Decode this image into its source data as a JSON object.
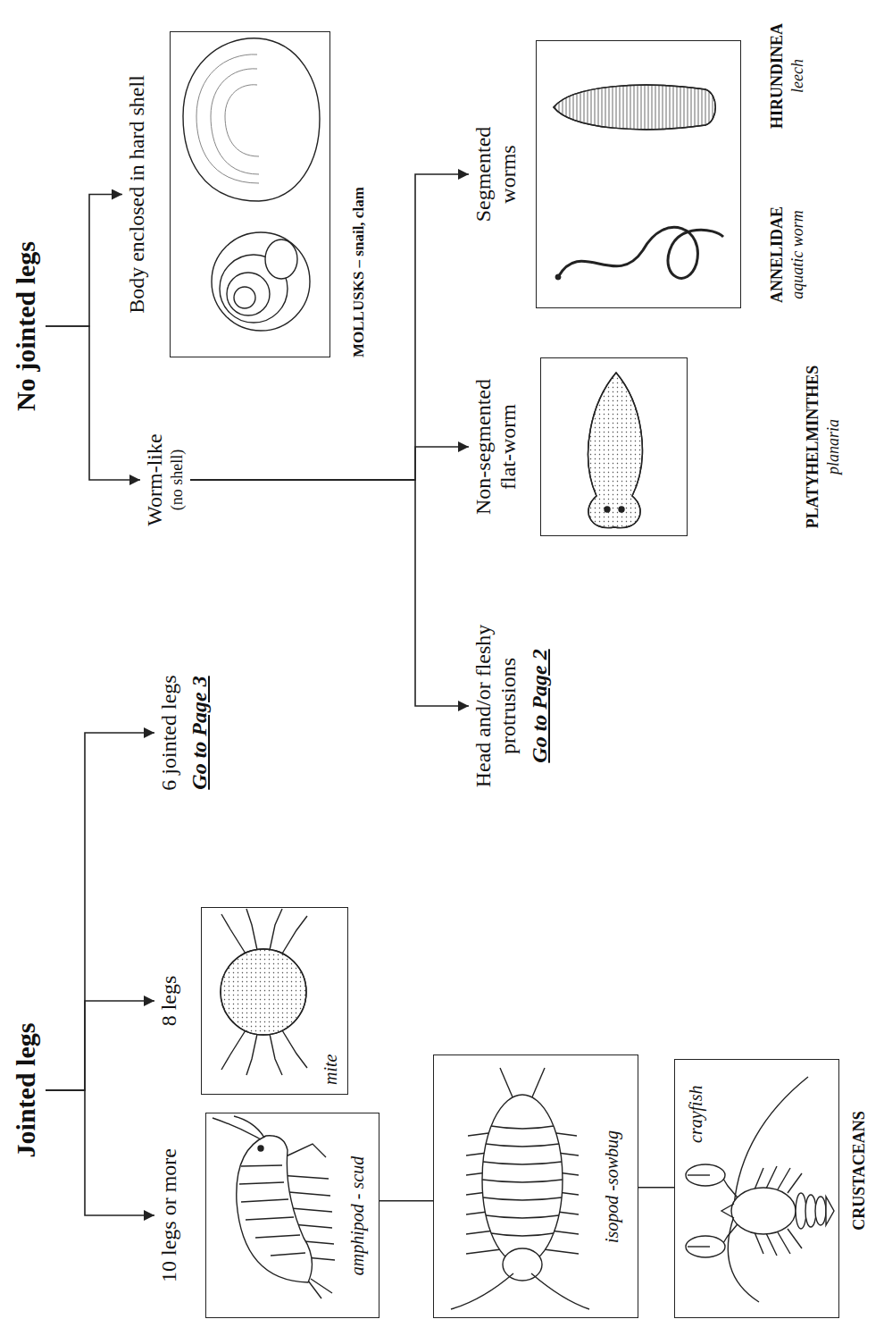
{
  "diagram": {
    "nodes": [
      {
        "text": [
          "Jointed legs"
        ]
      },
      {
        "text": [
          "10 legs or more",
          "amphipod - scud"
        ]
      },
      {
        "text": [
          "8 legs",
          "mite"
        ]
      },
      {
        "text": [
          "6 jointed legs",
          "Go to Page 3"
        ]
      },
      {
        "text": [
          "isopod -sowbug"
        ]
      },
      {
        "text": [
          "crayfish"
        ]
      },
      {
        "text": [
          "No jointed legs"
        ]
      },
      {
        "text": [
          "Worm-like",
          "(no shell)"
        ]
      },
      {
        "text": [
          "Body enclosed in hard shell",
          "MOLLUSKS – snail, clam"
        ]
      },
      {
        "text": [
          "Head and/or fleshy protrusions",
          "Go to Page 2"
        ]
      },
      {
        "text": [
          "Non-segmented flat-worm",
          "PLATYHELMINTHES",
          "planaria"
        ]
      },
      {
        "text": [
          "Segmented worms",
          "ANNELIDAE",
          "aquatic worm",
          "HIRUNDINEA",
          "leech"
        ]
      }
    ],
    "edges": [
      {
        "from": 0,
        "to": 1,
        "arrow": "to"
      },
      {
        "from": 0,
        "to": 2,
        "arrow": "to"
      },
      {
        "from": 0,
        "to": 3,
        "arrow": "to"
      },
      {
        "from": 1,
        "to": 4,
        "arrow": "none"
      },
      {
        "from": 4,
        "to": 5,
        "arrow": "none"
      },
      {
        "from": 6,
        "to": 7,
        "arrow": "to"
      },
      {
        "from": 6,
        "to": 8,
        "arrow": "to"
      },
      {
        "from": 7,
        "to": 9,
        "arrow": "to"
      },
      {
        "from": 7,
        "to": 10,
        "arrow": "to"
      },
      {
        "from": 7,
        "to": 11,
        "arrow": "to"
      }
    ],
    "labels": [
      "CRUSTACEANS"
    ]
  }
}
